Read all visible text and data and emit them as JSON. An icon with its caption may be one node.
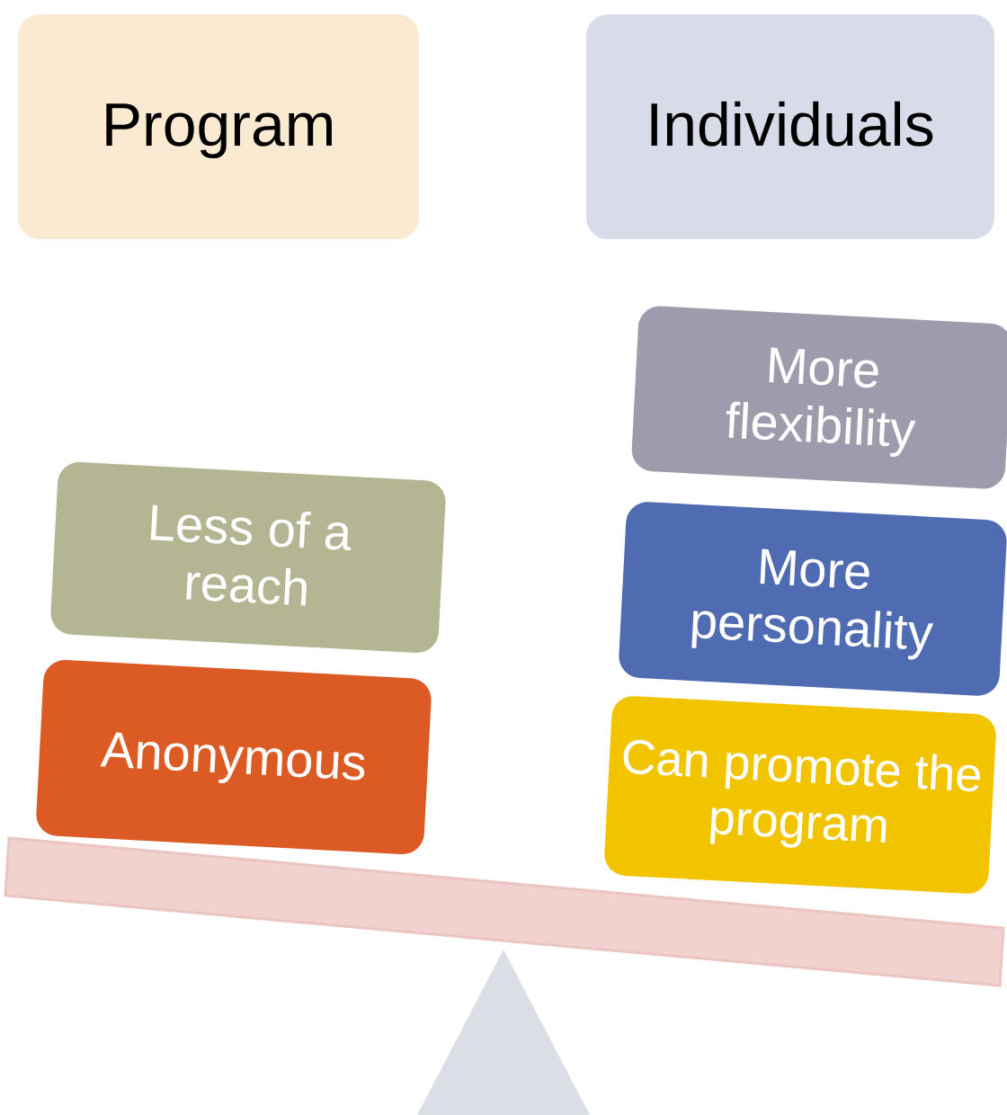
{
  "diagram": {
    "nodes": [
      {
        "text": [
          "Program"
        ]
      },
      {
        "text": [
          "Individuals"
        ]
      },
      {
        "text": [
          "Less of a reach"
        ]
      },
      {
        "text": [
          "Anonymous"
        ]
      },
      {
        "text": [
          "More flexibility"
        ]
      },
      {
        "text": [
          "More personality"
        ]
      },
      {
        "text": [
          "Can promote the program"
        ]
      }
    ]
  }
}
